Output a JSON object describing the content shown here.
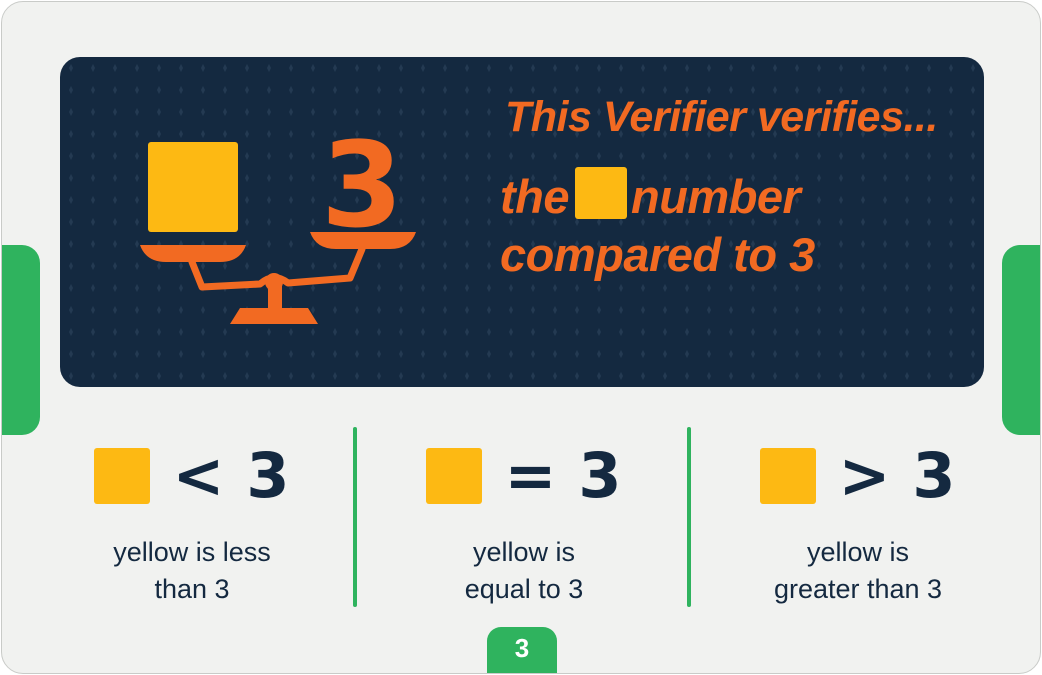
{
  "banner": {
    "heading": "This Verifier verifies...",
    "line1_before": "the",
    "line1_after": "number",
    "line2": "compared to 3",
    "scale_number": "3"
  },
  "comparisons": [
    {
      "operator": "<",
      "number": "3",
      "description": "yellow is less\nthan 3"
    },
    {
      "operator": "=",
      "number": "3",
      "description": "yellow is\nequal to 3"
    },
    {
      "operator": ">",
      "number": "3",
      "description": "yellow is\ngreater than 3"
    }
  ],
  "page_number": "3",
  "colors": {
    "navy": "#142940",
    "orange": "#f26a22",
    "yellow": "#fdb913",
    "green": "#2fb35e",
    "background": "#f1f2f0"
  },
  "icons": [
    "balance-scale-icon",
    "yellow-square-icon"
  ]
}
